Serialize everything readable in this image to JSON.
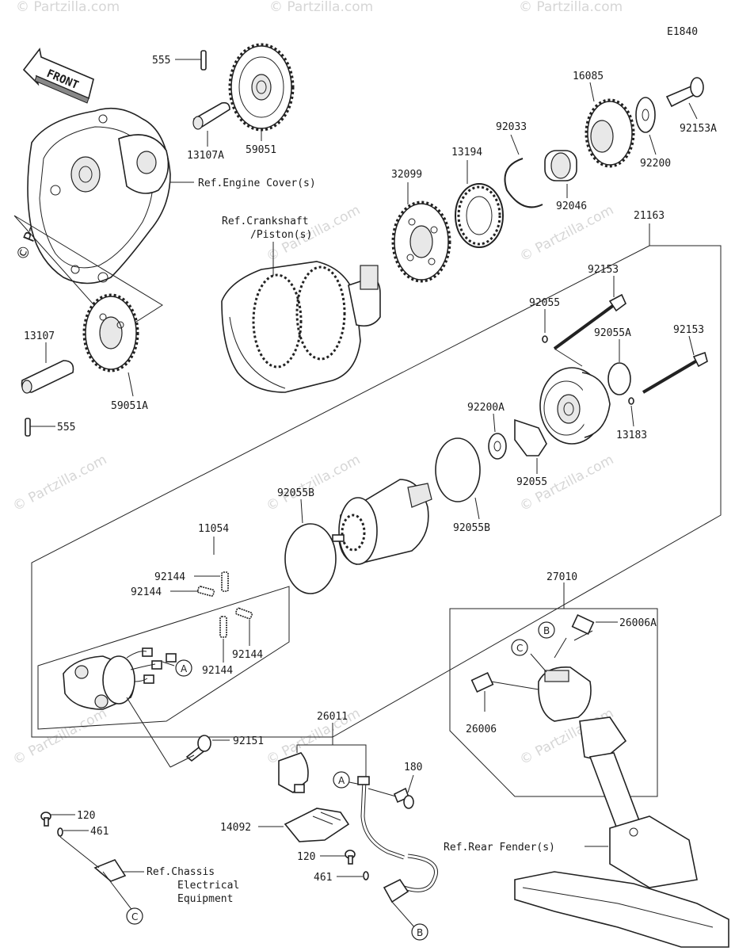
{
  "diagram_code": "E1840",
  "front_label": "FRONT",
  "watermarks": [
    "© Partzilla.com"
  ],
  "copyright_sidebar": "© Partzilla.com",
  "part_labels": [
    {
      "id": "p555a",
      "text": "555"
    },
    {
      "id": "p13107A",
      "text": "13107A"
    },
    {
      "id": "p59051",
      "text": "59051"
    },
    {
      "id": "p16085",
      "text": "16085"
    },
    {
      "id": "p92153A",
      "text": "92153A"
    },
    {
      "id": "p92033",
      "text": "92033"
    },
    {
      "id": "p13194",
      "text": "13194"
    },
    {
      "id": "p92200",
      "text": "92200"
    },
    {
      "id": "p92046",
      "text": "92046"
    },
    {
      "id": "p32099",
      "text": "32099"
    },
    {
      "id": "p21163",
      "text": "21163"
    },
    {
      "id": "p92153a",
      "text": "92153"
    },
    {
      "id": "p92055a",
      "text": "92055"
    },
    {
      "id": "p92055A",
      "text": "92055A"
    },
    {
      "id": "p92153b",
      "text": "92153"
    },
    {
      "id": "p13107",
      "text": "13107"
    },
    {
      "id": "p555b",
      "text": "555"
    },
    {
      "id": "p59051A",
      "text": "59051A"
    },
    {
      "id": "p92200A",
      "text": "92200A"
    },
    {
      "id": "p92055b",
      "text": "92055"
    },
    {
      "id": "p13183",
      "text": "13183"
    },
    {
      "id": "p92055B1",
      "text": "92055B"
    },
    {
      "id": "p92055B2",
      "text": "92055B"
    },
    {
      "id": "p11054",
      "text": "11054"
    },
    {
      "id": "p92144a",
      "text": "92144"
    },
    {
      "id": "p92144b",
      "text": "92144"
    },
    {
      "id": "p92144c",
      "text": "92144"
    },
    {
      "id": "p92144d",
      "text": "92144"
    },
    {
      "id": "p27010",
      "text": "27010"
    },
    {
      "id": "p26006A",
      "text": "26006A"
    },
    {
      "id": "p26006",
      "text": "26006"
    },
    {
      "id": "p92151",
      "text": "92151"
    },
    {
      "id": "p26011",
      "text": "26011"
    },
    {
      "id": "p180",
      "text": "180"
    },
    {
      "id": "p120a",
      "text": "120"
    },
    {
      "id": "p461a",
      "text": "461"
    },
    {
      "id": "p14092",
      "text": "14092"
    },
    {
      "id": "p120b",
      "text": "120"
    },
    {
      "id": "p461b",
      "text": "461"
    }
  ],
  "references": {
    "engine_cover": "Ref.Engine Cover(s)",
    "crankshaft_line1": "Ref.Crankshaft",
    "crankshaft_line2": "/Piston(s)",
    "rear_fender": "Ref.Rear Fender(s)",
    "chassis_line1": "Ref.Chassis",
    "chassis_line2": "Electrical",
    "chassis_line3": "Equipment"
  },
  "callouts": {
    "a": "A",
    "b": "B",
    "c": "C"
  }
}
